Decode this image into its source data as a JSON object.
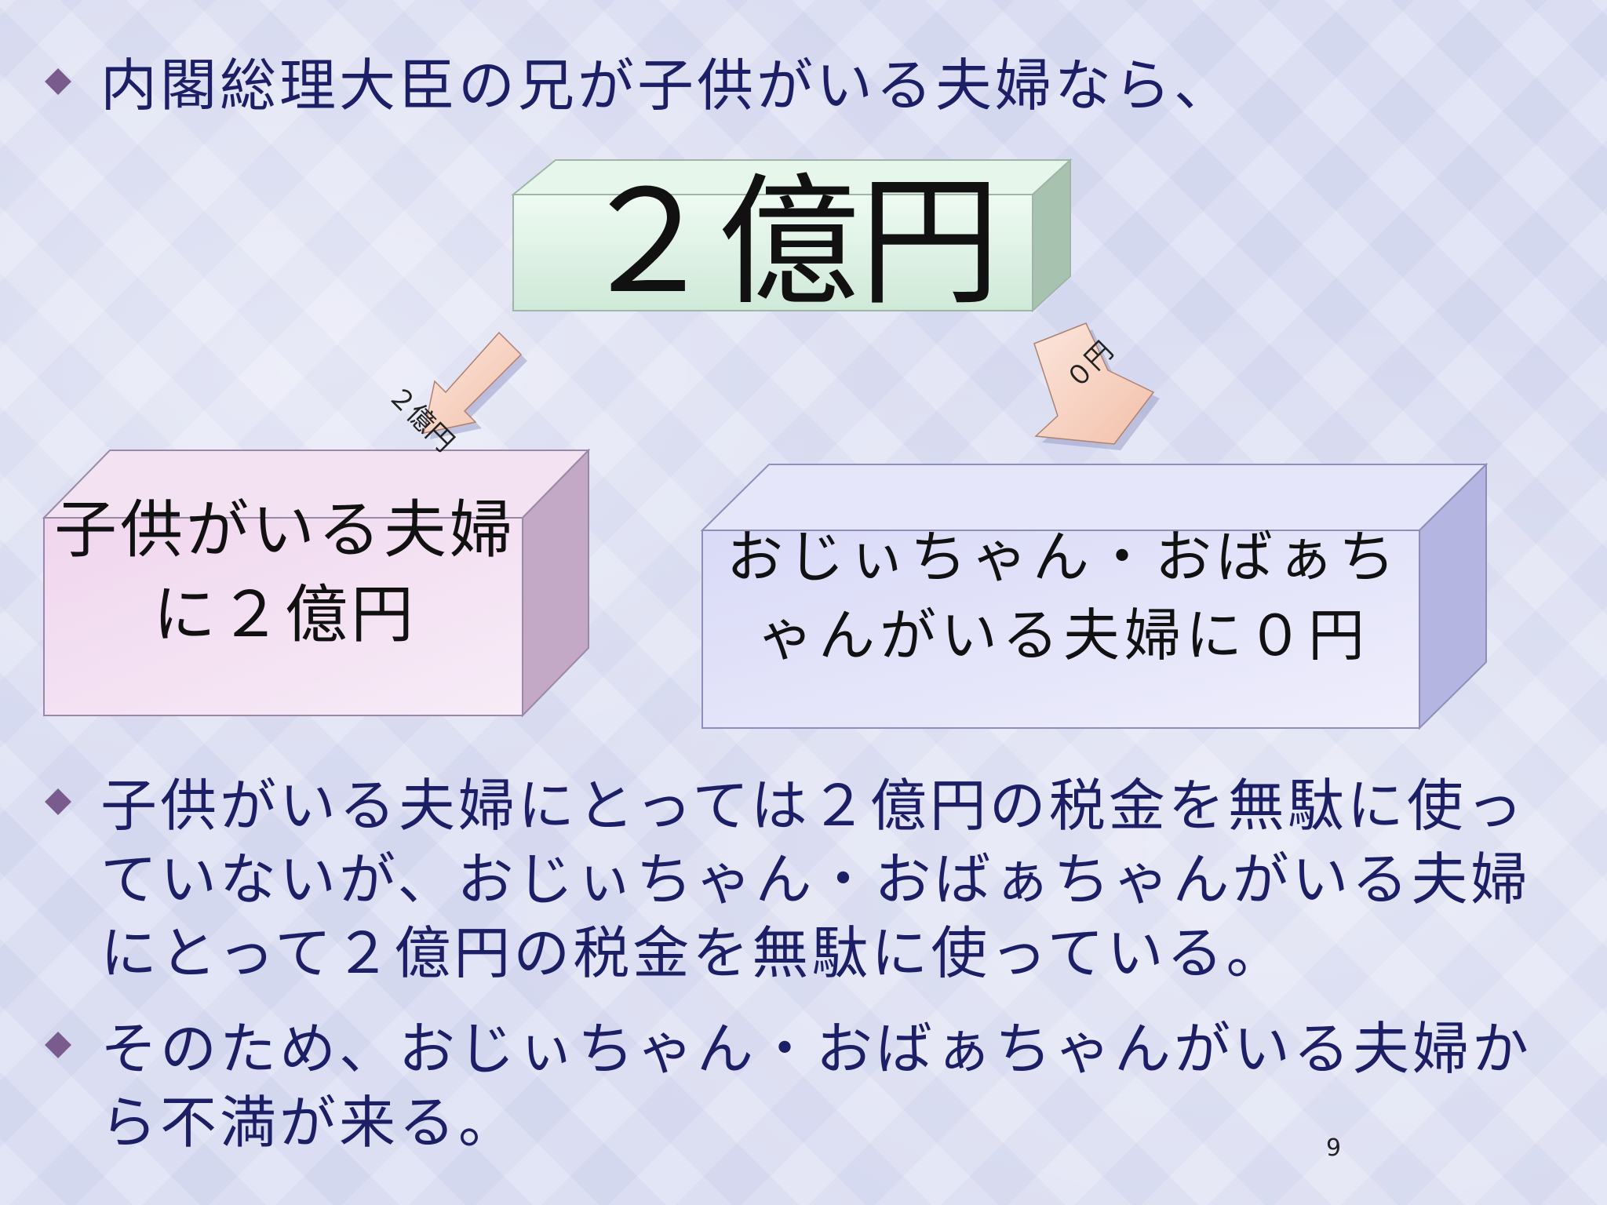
{
  "bullets": [
    "内閣総理大臣の兄が子供がいる夫婦なら、",
    "子供がいる夫婦にとっては２億円の税金を無駄に使っていないが、おじぃちゃん・おばぁちゃんがいる夫婦にとって２億円の税金を無駄に使っている。",
    "そのため、おじぃちゃん・おばぁちゃんがいる夫婦から不満が来る。"
  ],
  "diagram": {
    "top_box": "２億円",
    "left_arrow": "２億円",
    "right_arrow": "０円",
    "pink_box": "子供がいる夫婦に２億円",
    "blue_box": "おじぃちゃん・おばぁちゃんがいる夫婦に０円"
  },
  "page_number": "9",
  "colors": {
    "background": "#dcdff3",
    "bullet_marker": "#7a5b8e",
    "text": "#1d1f66",
    "top_box": "#dcf2e4",
    "pink_box": "#efd8ef",
    "blue_box": "#d8d8f6",
    "arrow": "#f8d2c0"
  }
}
